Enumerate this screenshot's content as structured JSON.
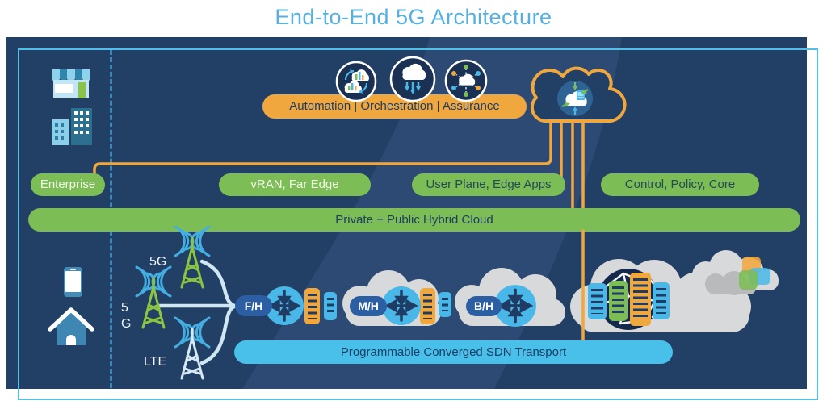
{
  "title": "End-to-End 5G Architecture",
  "palette": {
    "panel_navy": "#223f66",
    "accent_orange": "#f0a73e",
    "accent_green": "#7cbd55",
    "accent_blue": "#49b8e8",
    "hop_pill_blue": "#2c5ea3",
    "cloud_gray": "#d8d9da",
    "title_blue": "#55b1e2"
  },
  "icons": [
    "automation-icon",
    "orchestration-icon",
    "assurance-icon",
    "edge-cloud-icon",
    "storefront-icon",
    "buildings-icon",
    "smartphone-icon",
    "house-icon",
    "cell-tower-icon",
    "router-icon",
    "server-rack-icon",
    "internet-globe-icon",
    "app-tiles-icon"
  ],
  "banner": {
    "label": "Automation | Orchestration | Assurance"
  },
  "zones": {
    "enterprise": "Enterprise",
    "vran_far_edge": "vRAN, Far Edge",
    "user_plane_edge_apps": "User Plane, Edge Apps",
    "control_policy_core": "Control, Policy, Core"
  },
  "bars": {
    "hybrid_cloud": "Private + Public Hybrid Cloud",
    "sdn_transport": "Programmable Converged SDN Transport"
  },
  "access": {
    "tower_5g_small_cell": "5G",
    "tower_5g_macro": "5\nG",
    "tower_lte": "LTE"
  },
  "transport_hops": {
    "fronthaul": "F/H",
    "midhaul": "M/H",
    "backhaul": "B/H"
  }
}
